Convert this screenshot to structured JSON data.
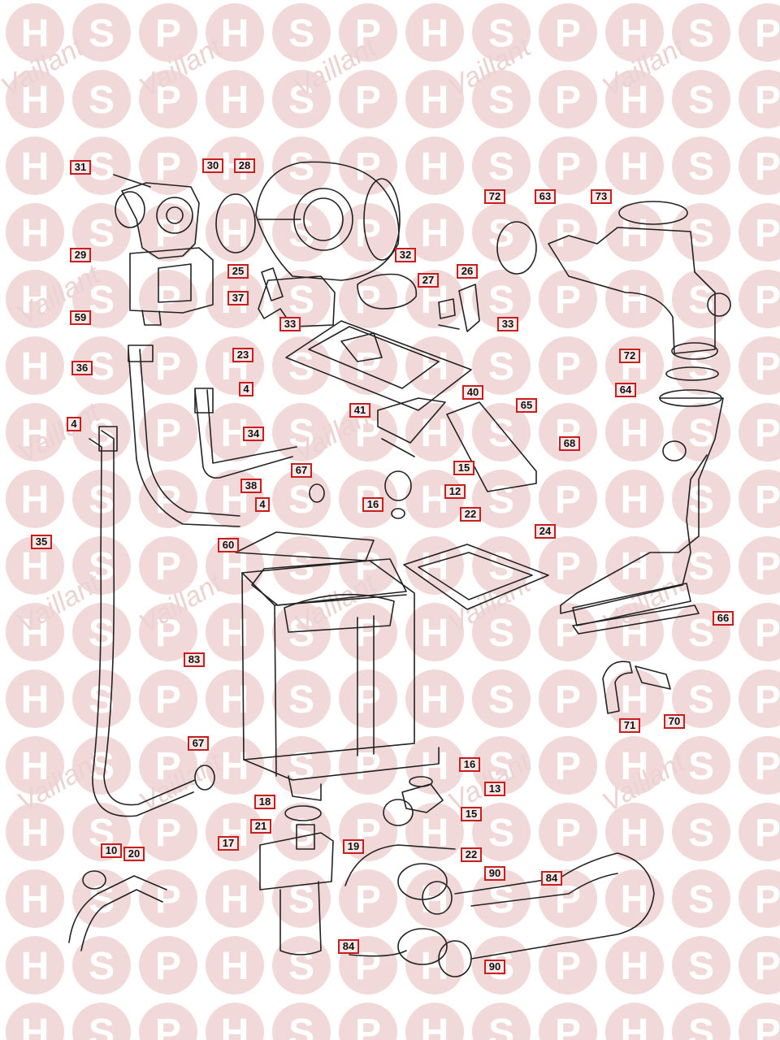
{
  "watermark": {
    "letters": [
      "H",
      "S",
      "P"
    ],
    "brand": "Vaillant",
    "circle_color": "#f2d9d9",
    "letter_color": "#ffffff"
  },
  "colors": {
    "label_border": "#c81e1e",
    "label_fill": "#fde7e7",
    "line": "#222222"
  },
  "labels": [
    "31",
    "30",
    "28",
    "72",
    "63",
    "73",
    "29",
    "25",
    "32",
    "27",
    "26",
    "37",
    "59",
    "33",
    "33",
    "23",
    "36",
    "4",
    "72",
    "64",
    "41",
    "40",
    "65",
    "4",
    "34",
    "68",
    "15",
    "67",
    "38",
    "12",
    "4",
    "16",
    "22",
    "35",
    "60",
    "24",
    "66",
    "83",
    "71",
    "70",
    "67",
    "16",
    "13",
    "18",
    "15",
    "21",
    "17",
    "19",
    "22",
    "10",
    "20",
    "90",
    "84",
    "84",
    "90"
  ]
}
